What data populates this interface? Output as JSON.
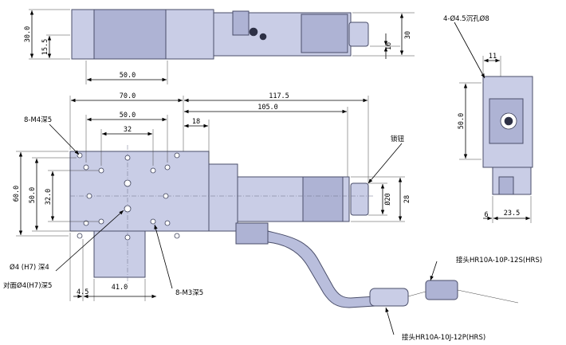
{
  "top_view": {
    "height_30_0": "30.0",
    "height_15_5": "15.5",
    "width_50_0": "50.0",
    "right_16": "16",
    "right_30": "30"
  },
  "main_view": {
    "dim_70_0": "70.0",
    "dim_117_5": "117.5",
    "dim_105_0": "105.0",
    "dim_50_0_top": "50.0",
    "dim_32_top": "32",
    "dim_18": "18",
    "dim_60_0": "60.0",
    "dim_50_0_left": "50.0",
    "dim_32_0_left": "32.0",
    "dim_phi20": "Ø20",
    "dim_28": "28",
    "dim_4_5": "4.5",
    "dim_41_0": "41.0",
    "label_m4": "8-M4深5",
    "label_knob": "锁钮",
    "label_pin1": "Ø4 (H7) 深4",
    "label_pin2": "对面Ø4(H7)深5",
    "label_m3": "8-M3深5",
    "label_conn_s": "接头HR10A-10P-12S(HRS)",
    "label_conn_p": "接头HR10A-10J-12P(HRS)"
  },
  "side_view": {
    "label_holes": "4-Ø4.5沉孔Ø8",
    "dim_11": "11",
    "dim_50_0": "50.0",
    "dim_6": "6",
    "dim_23_5": "23.5"
  }
}
